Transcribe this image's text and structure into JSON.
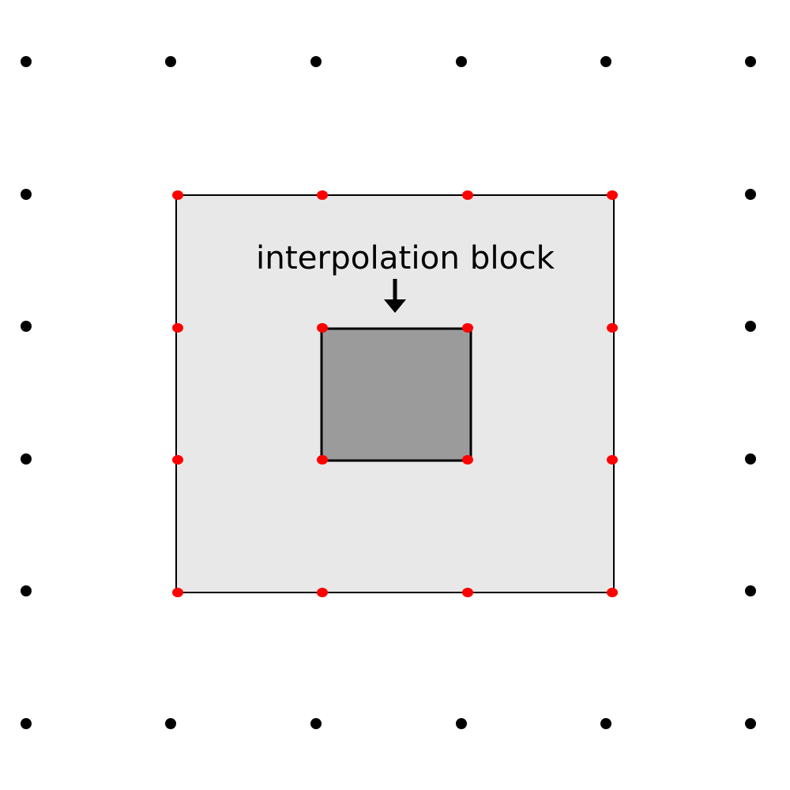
{
  "annotation": {
    "label": "interpolation block"
  },
  "grid": {
    "columns": 6,
    "rows": 6,
    "point_color": "#000000"
  },
  "neighborhood": {
    "fill_color": "#e8e8e8",
    "border_color": "#000000",
    "point_color": "#ff0000",
    "points_per_side": 4
  },
  "interpolation_block": {
    "fill_color": "#9b9b9b",
    "border_color": "#000000"
  },
  "arrow": {
    "icon": "arrow-down-icon",
    "color": "#000000"
  }
}
